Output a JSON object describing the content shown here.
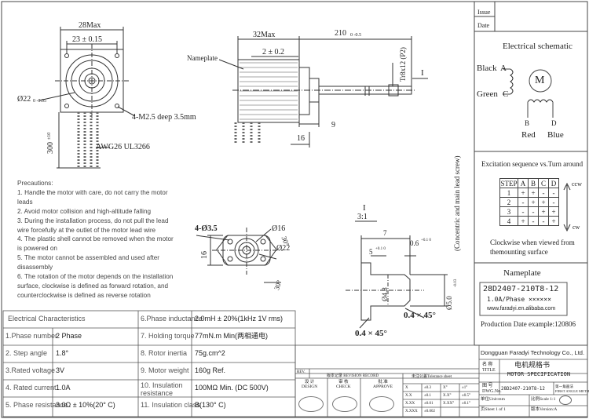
{
  "side_view": {
    "dim_width": "28Max",
    "dim_pitch": "23 ± 0.15",
    "dim_dia": "Ø22",
    "dim_dia_tol": "0 -0.05",
    "mount_hole": "4-M2.5  deep 3.5mm",
    "wire_label": "AWG26  UL3266",
    "wire_length": "300",
    "wire_length_tol": "±10"
  },
  "front_view": {
    "dim_length": "32Max",
    "dim_shaft": "210",
    "dim_shaft_tol": "0 -0.5",
    "dim_boss": "2 ± 0.2",
    "nameplate_label": "Nameplate",
    "thread": "Tr8x12 (P2)",
    "detail_mark": "I",
    "dim_9": "9",
    "dim_16": "16",
    "concentric_note": "(Concentric and main lead screw)"
  },
  "precautions": {
    "title": "Precautions:",
    "lines": [
      "1. Handle the motor with care, do not carry the motor",
      "leads",
      "2. Avoid motor collision and high-altitude falling",
      "3. During the installation process, do not pull the lead",
      "wire forcefully at the outlet of the motor lead wire",
      "4. The plastic shell cannot be removed when the motor",
      "is powered on",
      "5. The motor cannot be assembled and used after",
      "disassembly",
      "6. The rotation of the motor depends on the installation",
      "surface, clockwise is defined as forward rotation, and",
      "counterclockwise is defined as reverse rotation"
    ]
  },
  "nut_view": {
    "holes": "4-Ø3.5",
    "dia16": "Ø16",
    "dia22": "Ø22",
    "dim16": "16",
    "angle_a": "30°",
    "angle_b": "30°"
  },
  "detail": {
    "mark": "I",
    "scale": "3:1",
    "dim7": "7",
    "dim5": "5",
    "dim5_tol": "+0.1 0",
    "dim06": "0.6",
    "dim06_tol": "+0.1 0",
    "dia48": "Ø4.8",
    "dia50": "Ø5.0",
    "dia50_tol": "-0.03",
    "chamfer": "0.4 × 45°"
  },
  "right_panel": {
    "issue": "Issue",
    "date": "Date",
    "schematic_title": "Electrical schematic",
    "black": "Black",
    "letter_a": "A",
    "green": "Green",
    "letter_c": "C",
    "motor": "M",
    "letter_b": "B",
    "letter_d": "D",
    "red": "Red",
    "blue": "Blue",
    "seq_title": "Excitation sequence vs.Turn around",
    "ccw": "ccw",
    "cw": "cw",
    "seq_headers": [
      "STEP",
      "A",
      "B",
      "C",
      "D"
    ],
    "seq_rows": [
      [
        "1",
        "+",
        "+",
        "-",
        "-"
      ],
      [
        "2",
        "-",
        "+",
        "+",
        "-"
      ],
      [
        "3",
        "-",
        "-",
        "+",
        "+"
      ],
      [
        "4",
        "+",
        "-",
        "-",
        "+"
      ]
    ],
    "seq_note_1": "Clockwise when viewed from",
    "seq_note_2": "themounting surface",
    "nameplate_title": "Nameplate",
    "nameplate_model": "28D2407-210T8-12",
    "nameplate_phase": "1.0A/Phase ××××××",
    "nameplate_url": "www.faradyi.en.alibaba.com",
    "production_date": "Production Date example:120806"
  },
  "specs": {
    "left": [
      {
        "label": "Electrical Characteristics",
        "value": ""
      },
      {
        "label": "1.Phase number",
        "value": "2 Phase"
      },
      {
        "label": "2. Step angle",
        "value": "1.8°"
      },
      {
        "label": "3.Rated voltage",
        "value": "3V"
      },
      {
        "label": "4. Rated current",
        "value": "1.0A"
      },
      {
        "label": "5. Phase resistance",
        "value": "3.0Ω ± 10%(20° C)"
      }
    ],
    "right": [
      {
        "label": "6.Phase inductance",
        "value": "2.0mH ± 20%(1kHz 1V rms)"
      },
      {
        "label": "7. Holding torque",
        "value": "77mN.m Min(两相通电)"
      },
      {
        "label": "8. Rotor inertia",
        "value": "75g.cm^2"
      },
      {
        "label": "9. Motor weight",
        "value": "160g Ref."
      },
      {
        "label": "10. Insulation resistance",
        "value": "100MΩ Min. (DC 500V)"
      },
      {
        "label": "11. Insulation class",
        "value": "B(130° C)"
      }
    ]
  },
  "title_block": {
    "company": "Dongguan Faradyi Technology Co., Ltd.",
    "rev": "REV.",
    "rev_record": "版本记录  REVISION RECORD",
    "tolerance": "未注公差Tolerance sheet",
    "design": "设 计\nDESIGN",
    "check": "审 核\nCHECK",
    "approve": "批 准\nAPPROVE",
    "name_label": "名 称\nTITLE",
    "name_cn": "电机规格书",
    "name_en": "MOTOR SPECIFICATION",
    "dwg_label": "图 号\nDWG.No.",
    "dwg_no": "28D2407-210T8-12",
    "projection": "第一角画法\nFIRST ANGLE METHOD",
    "unit": "单位Unit:mm",
    "scale": "比例Scale 1:1",
    "sheet": "页Sheet 1 of 1",
    "version": "版本Version:A",
    "tol_rows": [
      [
        "X",
        "±0.3",
        "X°",
        "±1°"
      ],
      [
        "X.X",
        "±0.1",
        "X.X°",
        "±0.5°"
      ],
      [
        "X.XX",
        "±0.01",
        "X.XX°",
        "±0.1°"
      ],
      [
        "X.XXX",
        "±0.002",
        "",
        ""
      ]
    ]
  }
}
